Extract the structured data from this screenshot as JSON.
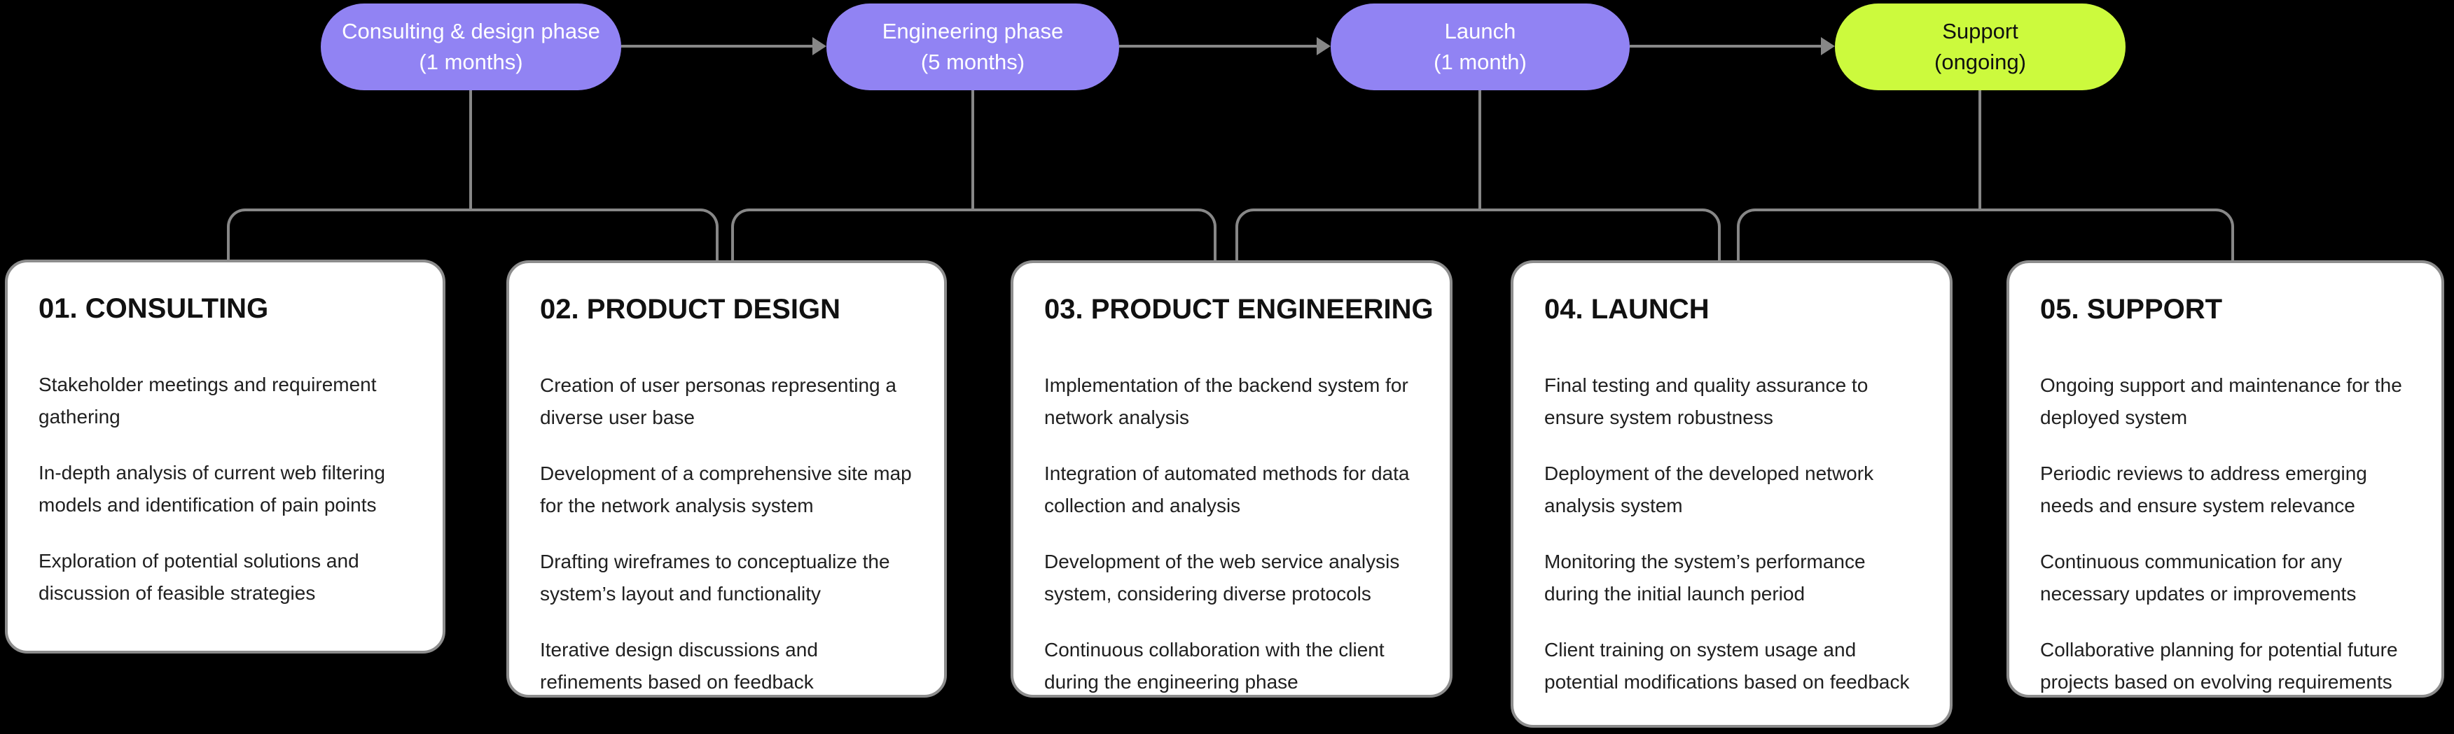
{
  "colors": {
    "background": "#000000",
    "phase_pill_purple": "#9183f3",
    "phase_pill_lime": "#ccfa3d",
    "connector_gray": "#878787",
    "card_background": "#ffffff",
    "card_border": "#8d8d8d",
    "text_dark": "#1a1a1a",
    "pill_text_light": "#ffffff"
  },
  "phases": [
    {
      "name": "Consulting & design phase",
      "duration": "(1 months)"
    },
    {
      "name": "Engineering phase",
      "duration": "(5 months)"
    },
    {
      "name": "Launch",
      "duration": "(1 month)"
    },
    {
      "name": "Support",
      "duration": "(ongoing)"
    }
  ],
  "cards": [
    {
      "title": "01. CONSULTING",
      "items": [
        "Stakeholder meetings and requirement gathering",
        "In-depth analysis of current web filtering models and identification of pain points",
        "Exploration of potential solutions and discussion of feasible strategies"
      ]
    },
    {
      "title": "02. PRODUCT DESIGN",
      "items": [
        "Creation of user personas representing a diverse user base",
        "Development of a comprehensive site map for the network analysis system",
        "Drafting wireframes to conceptualize the system’s layout and functionality",
        "Iterative design discussions and refinements based on feedback"
      ]
    },
    {
      "title": "03. PRODUCT ENGINEERING",
      "items": [
        "Implementation of the backend system for network analysis",
        "Integration of automated methods for data collection and analysis",
        "Development of the web service analysis system, considering diverse protocols",
        "Continuous collaboration with the client during the engineering phase"
      ]
    },
    {
      "title": "04. LAUNCH",
      "items": [
        "Final testing and quality assurance to ensure system robustness",
        "Deployment of the developed network analysis system",
        "Monitoring the system’s performance during the initial launch period",
        "Client training on system usage and potential modifications based on feedback"
      ]
    },
    {
      "title": "05. SUPPORT",
      "items": [
        "Ongoing support and maintenance for the deployed system",
        "Periodic reviews to address emerging needs and ensure system relevance",
        "Continuous communication for any necessary updates or improvements",
        "Collaborative planning for potential future projects based on evolving requirements"
      ]
    }
  ]
}
